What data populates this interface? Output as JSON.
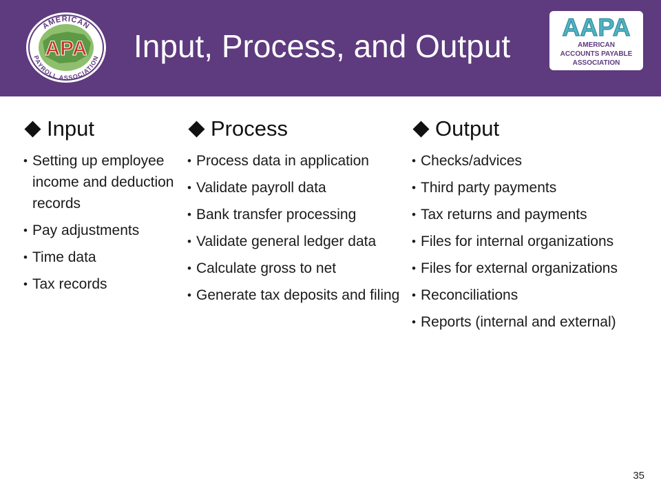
{
  "slide": {
    "title": "Input, Process, and Output",
    "page_number": "35"
  },
  "logos": {
    "left": {
      "top_text": "AMERICAN",
      "center_text": "APA",
      "bottom_text": "PAYROLL ASSOCIATION"
    },
    "right": {
      "big_text": "AAPA",
      "line1": "AMERICAN",
      "line2": "ACCOUNTS PAYABLE",
      "line3": "ASSOCIATION"
    }
  },
  "columns": [
    {
      "heading": "Input",
      "items": [
        "Setting up employee income and deduction records",
        "Pay adjustments",
        "Time data",
        "Tax records"
      ]
    },
    {
      "heading": "Process",
      "items": [
        "Process data in application",
        "Validate payroll data",
        "Bank transfer processing",
        "Validate general ledger data",
        "Calculate gross to net",
        "Generate tax deposits and filing"
      ]
    },
    {
      "heading": "Output",
      "items": [
        "Checks/advices",
        "Third party payments",
        "Tax returns and payments",
        "Files for internal organizations",
        "Files for external organizations",
        "Reconciliations",
        "Reports (internal and external)"
      ]
    }
  ],
  "colors": {
    "header_bg": "#5e3a7e",
    "apa_red": "#c0392b",
    "aapa_teal": "#4fb3c4"
  }
}
